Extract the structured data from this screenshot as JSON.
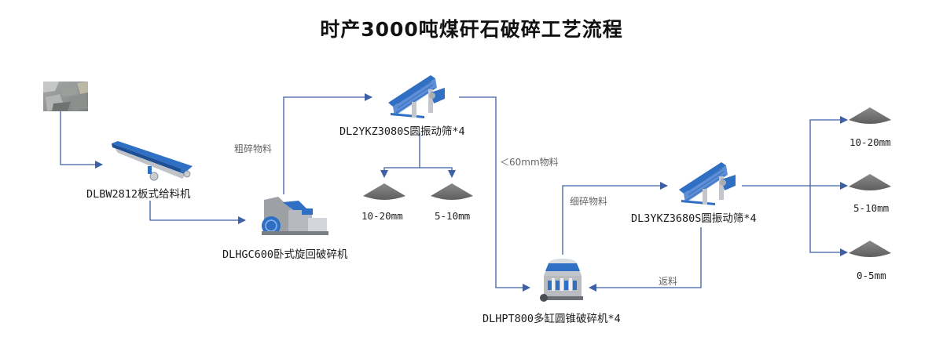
{
  "title": "时产3000吨煤矸石破碎工艺流程",
  "colors": {
    "arrow": "#3c5fa6",
    "machine_blue": "#2f6fc4",
    "machine_gray": "#b8bcc2",
    "pile": "#707070"
  },
  "nodes": {
    "raw_material": {
      "icon": "rock-pile-photo"
    },
    "feeder": {
      "label": "DLBW2812板式给料机",
      "icon": "plate-feeder-icon"
    },
    "gyratory_crusher": {
      "label": "DLHGC600卧式旋回破碎机",
      "icon": "gyratory-crusher-icon"
    },
    "screen1": {
      "label": "DL2YKZ3080S圆振动筛*4",
      "icon": "vibrating-screen-icon"
    },
    "cone_crusher": {
      "label": "DLHPT800多缸圆锥破碎机*4",
      "icon": "cone-crusher-icon"
    },
    "screen2": {
      "label": "DL3YKZ3680S圆振动筛*4",
      "icon": "vibrating-screen-icon"
    }
  },
  "edge_labels": {
    "coarse": "粗碎物料",
    "under60": "＜60mm物料",
    "fine": "细碎物料",
    "return": "返料"
  },
  "products": {
    "screen1": [
      "10-20mm",
      "5-10mm"
    ],
    "screen2": [
      "10-20mm",
      "5-10mm",
      "0-5mm"
    ]
  }
}
